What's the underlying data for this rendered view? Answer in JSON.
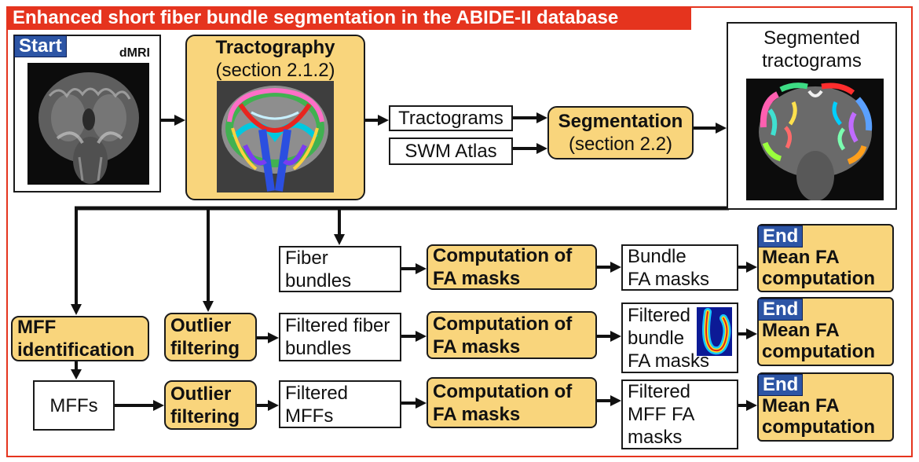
{
  "colors": {
    "frame": "#e5341e",
    "process_fill": "#f9d57c",
    "badge": "#2d55a5"
  },
  "header": {
    "title": "Enhanced short fiber bundle segmentation in the ABIDE-II database"
  },
  "start": {
    "badge": "Start",
    "input_label": "dMRI"
  },
  "tractography": {
    "title": "Tractography",
    "section": "(section 2.1.2)"
  },
  "inputs": {
    "tractograms": "Tractograms",
    "swm_atlas": "SWM Atlas"
  },
  "segmentation": {
    "title": "Segmentation",
    "section": "(section 2.2)"
  },
  "segmented": {
    "lines": [
      "Segmented",
      "tractograms"
    ]
  },
  "row1": {
    "fiber_bundles": [
      "Fiber",
      "bundles"
    ],
    "computation": [
      "Computation of",
      "FA masks"
    ],
    "fa_masks": [
      "Bundle",
      "FA masks"
    ],
    "end": {
      "badge": "End",
      "lines": [
        "Mean FA",
        "computation"
      ]
    }
  },
  "row2": {
    "mff_identification": [
      "MFF",
      "identification"
    ],
    "outlier_filtering": [
      "Outlier",
      "filtering"
    ],
    "filtered_bundles": [
      "Filtered fiber",
      "bundles"
    ],
    "computation": [
      "Computation of",
      "FA masks"
    ],
    "fa_masks": [
      "Filtered",
      "bundle",
      "FA masks"
    ],
    "end": {
      "badge": "End",
      "lines": [
        "Mean FA",
        "computation"
      ]
    }
  },
  "row3": {
    "mffs": "MFFs",
    "outlier_filtering": [
      "Outlier",
      "filtering"
    ],
    "filtered_mffs": [
      "Filtered",
      "MFFs"
    ],
    "computation": [
      "Computation of",
      "FA masks"
    ],
    "fa_masks": [
      "Filtered",
      "MFF FA",
      "masks"
    ],
    "end": {
      "badge": "End",
      "lines": [
        "Mean FA",
        "computation"
      ]
    }
  }
}
